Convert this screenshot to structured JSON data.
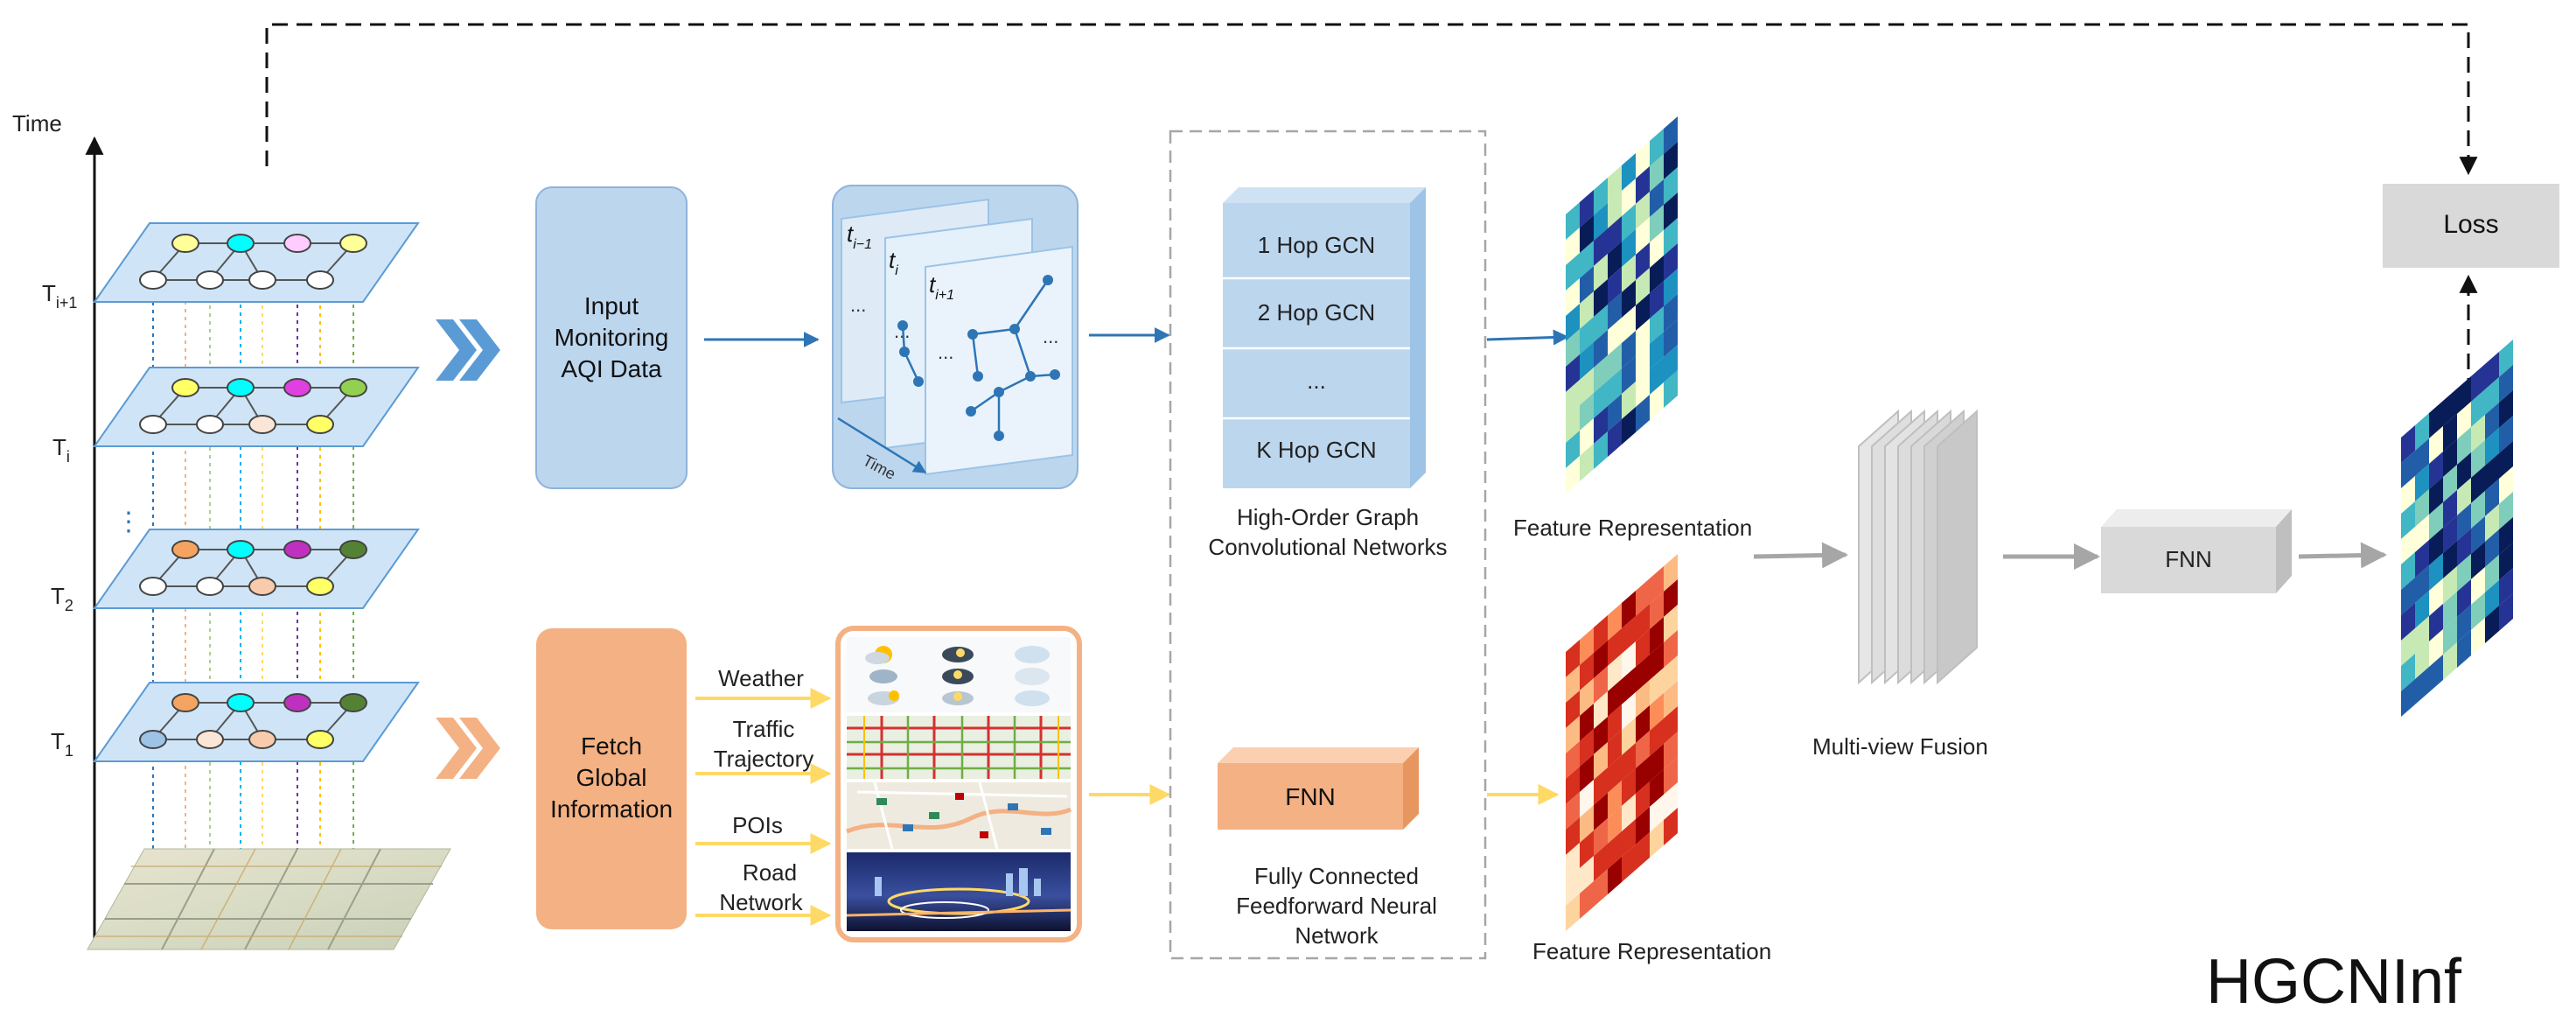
{
  "time_axis": {
    "title": "Time",
    "layer_labels": [
      {
        "main": "T",
        "sub": "i+1"
      },
      {
        "main": "T",
        "sub": "i"
      },
      {
        "main": "T",
        "sub": "2"
      },
      {
        "main": "T",
        "sub": "1"
      }
    ],
    "ellipsis": "⋮"
  },
  "input_box": {
    "lines": [
      "Input",
      "Monitoring",
      "AQI Data"
    ]
  },
  "fetch_box": {
    "lines": [
      "Fetch",
      "Global",
      "Information"
    ]
  },
  "snapshot_stack": {
    "frame_labels": [
      {
        "main": "t",
        "sub": "i−1"
      },
      {
        "main": "t",
        "sub": "i"
      },
      {
        "main": "t",
        "sub": "i+1"
      }
    ],
    "ellipsis": "...",
    "axis_label": "Time"
  },
  "global_sources": [
    {
      "lines": [
        "Weather"
      ]
    },
    {
      "lines": [
        "Traffic",
        "Trajectory"
      ]
    },
    {
      "lines": [
        "POIs"
      ]
    },
    {
      "lines": [
        "Road",
        "Network"
      ]
    }
  ],
  "gcn_block": {
    "layers": [
      "1 Hop GCN",
      "2 Hop GCN",
      "...",
      "K Hop GCN"
    ],
    "caption": [
      "High-Order Graph",
      "Convolutional Networks"
    ]
  },
  "fnn_block": {
    "label": "FNN",
    "caption": [
      "Fully Connected",
      "Feedforward Neural",
      "Network"
    ]
  },
  "feature_top": {
    "caption": "Feature Representation",
    "palette": "YlGnBu"
  },
  "feature_bottom": {
    "caption": "Feature Representation",
    "palette": "OrRd"
  },
  "fusion": {
    "caption": "Multi-view Fusion"
  },
  "fnn_output": {
    "label": "FNN"
  },
  "loss": {
    "label": "Loss"
  },
  "model_name": "HGCNInf",
  "colors": {
    "blue_box": "#bcd6ee",
    "blue_border": "#8fb3d9",
    "orange_box": "#f4b183",
    "arrow_blue": "#2e75b6",
    "arrow_yellow": "#ffd966",
    "arrow_gray": "#a6a6a6",
    "gray_box": "#d9d9d9",
    "layer_fill": "#cfe5f7"
  }
}
